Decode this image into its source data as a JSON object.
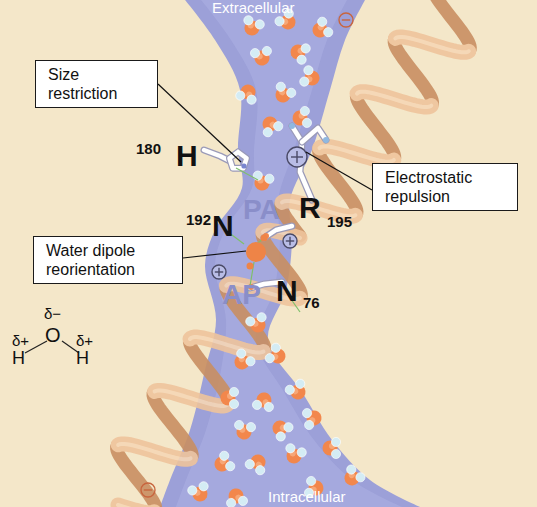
{
  "diagram": {
    "nodes": [
      {
        "text": [
          "Size restriction"
        ]
      },
      {
        "text": [
          "Electrostatic repulsion"
        ]
      },
      {
        "text": [
          "Water dipole reorientation"
        ]
      }
    ],
    "labels": [
      "Extracellular",
      "180",
      "H",
      "PA",
      "R",
      "192",
      "N",
      "195",
      "δ−",
      "O",
      "δ+",
      "δ+",
      "N",
      "76",
      "AP",
      "H",
      "H",
      "Intracellular"
    ]
  }
}
